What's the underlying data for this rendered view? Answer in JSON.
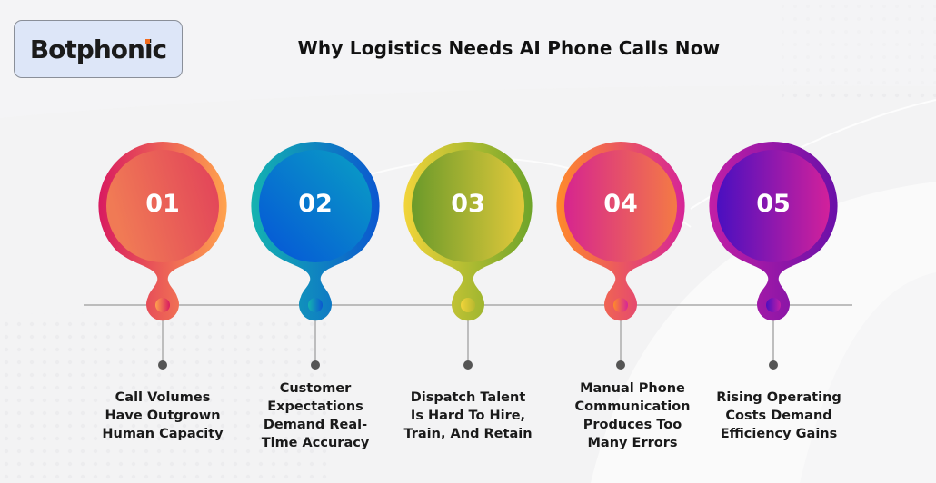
{
  "brand": {
    "name": "Botphonic",
    "accent_color": "#f26b1d",
    "box_color": "#dde6f8"
  },
  "header": {
    "title": "Why Logistics Needs AI Phone Calls Now"
  },
  "timeline": {
    "line_color": "#a9a9a9",
    "dot_color": "#555555",
    "items": [
      {
        "number": "01",
        "caption": "Call Volumes Have Outgrown Human Capacity",
        "caption_lines": [
          "Call Volumes",
          "Have Outgrown",
          "Human Capacity"
        ],
        "colors": {
          "outer_start": "#d81b60",
          "outer_end": "#ffa34d",
          "inner_start": "#f07a55",
          "inner_end": "#e1405a"
        }
      },
      {
        "number": "02",
        "caption": "Customer Expectations Demand Real-Time Accuracy",
        "caption_lines": [
          "Customer",
          "Expectations",
          "Demand Real-",
          "Time Accuracy"
        ],
        "colors": {
          "outer_start": "#14b3b0",
          "outer_end": "#0b57d0",
          "inner_start": "#0860d6",
          "inner_end": "#0a96c4"
        }
      },
      {
        "number": "03",
        "caption": "Dispatch Talent Is Hard To Hire, Train, And Retain",
        "caption_lines": [
          "Dispatch Talent",
          "Is Hard To Hire,",
          "Train, And Retain"
        ],
        "colors": {
          "outer_start": "#f2d43a",
          "outer_end": "#6ea42a",
          "inner_start": "#6b9a2a",
          "inner_end": "#e2c93b"
        }
      },
      {
        "number": "04",
        "caption": "Manual Phone Communication Produces Too Many Errors",
        "caption_lines": [
          "Manual Phone",
          "Communication",
          "Produces Too",
          "Many Errors"
        ],
        "colors": {
          "outer_start": "#ff8a2a",
          "outer_end": "#d62597",
          "inner_start": "#d6258f",
          "inner_end": "#f47a45"
        }
      },
      {
        "number": "05",
        "caption": "Rising Operating Costs Demand Efficiency Gains",
        "caption_lines": [
          "Rising Operating",
          "Costs Demand",
          "Efficiency Gains"
        ],
        "colors": {
          "outer_start": "#c21fa6",
          "outer_end": "#6a10a8",
          "inner_start": "#4a0fc0",
          "inner_end": "#d2219b"
        }
      }
    ]
  }
}
